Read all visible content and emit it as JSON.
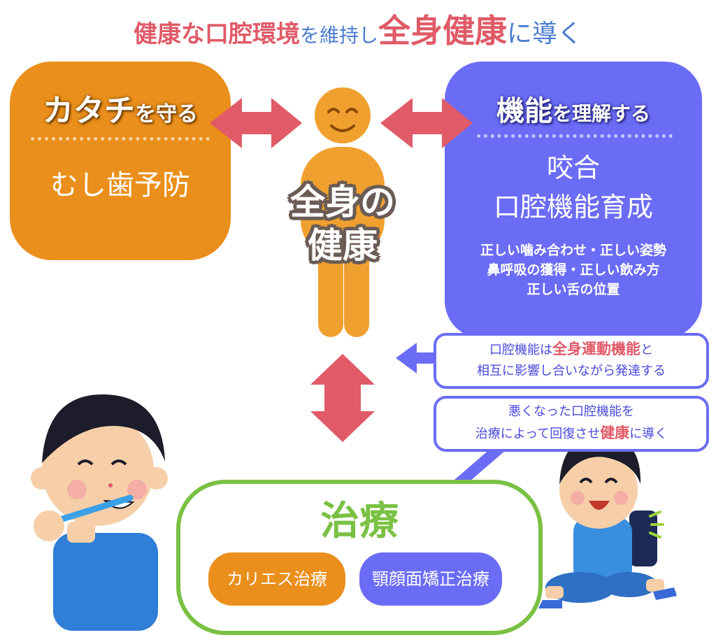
{
  "title": {
    "part1": "健康な口腔環境",
    "part2": "を維持し",
    "part3": "全身健康",
    "part4": "に導く"
  },
  "left_box": {
    "heading_big": "カタチ",
    "heading_small": "を守る",
    "body": "むし歯予防"
  },
  "right_box": {
    "heading_big": "機能",
    "heading_small": "を理解する",
    "line1": "咬合",
    "line2": "口腔機能育成",
    "list": [
      "正しい噛み合わせ・正しい姿勢",
      "鼻呼吸の獲得・正しい飲み方",
      "正しい舌の位置"
    ]
  },
  "center": {
    "line1": "全身の",
    "line2": "健康"
  },
  "callout1": {
    "pre": "口腔機能は",
    "emph": "全身運動機能",
    "post": "と",
    "line2": "相互に影響し合いながら発達する"
  },
  "callout2": {
    "line1": "悪くなった口腔機能を",
    "pre": "治療によって回復させ",
    "emph": "健康",
    "post": "に導く"
  },
  "bottom_box": {
    "heading": "治療",
    "pill_left": "カリエス治療",
    "pill_right": "顎顔面矯正治療"
  },
  "colors": {
    "orange": "#ea8f1b",
    "purple": "#6b6cf5",
    "red_arrow": "#e05a68",
    "green": "#7ac143"
  }
}
